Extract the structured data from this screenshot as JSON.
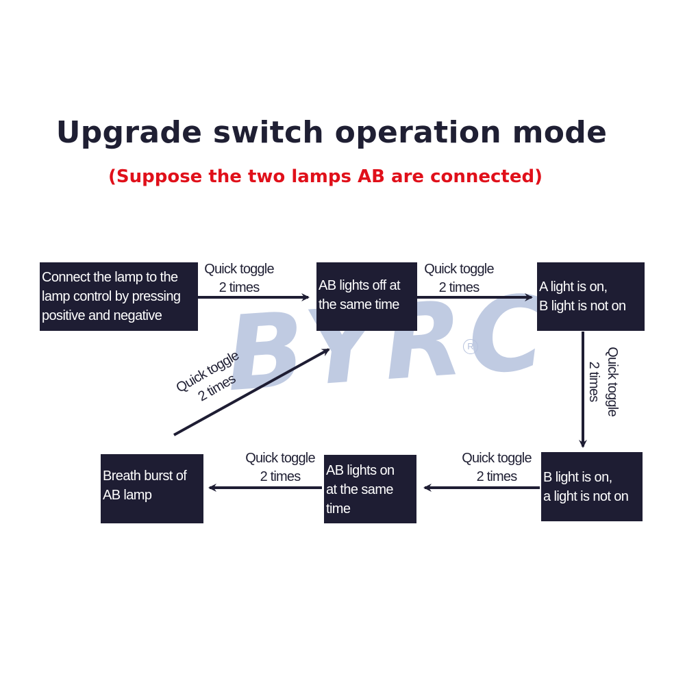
{
  "header": {
    "title": "Upgrade switch operation mode",
    "subtitle": "(Suppose the two lamps AB are connected)"
  },
  "watermark": {
    "text": "BYRC",
    "registered": "R"
  },
  "nodes": {
    "connect": "Connect the lamp to the\nlamp control by pressing\npositive and negative",
    "ab_off": "AB lights off at\nthe same time",
    "a_on": "A light is on,\nB light is not on",
    "b_on": "B light is on,\na light is not on",
    "ab_on": "AB lights on\nat the same\ntime",
    "breath": "Breath burst of\nAB lamp"
  },
  "edges": {
    "e1": "Quick toggle\n2 times",
    "e2": "Quick toggle\n2 times",
    "e3": "Quick toggle\n2 times",
    "e4": "Quick toggle\n2 times",
    "e5": "Quick toggle\n2 times",
    "e6": "Quick toggle\n2 times"
  },
  "colors": {
    "box_fill": "#1e1d33",
    "title": "#1f1f33",
    "subtitle": "#e0101a",
    "watermark": "#b6c2dd"
  }
}
